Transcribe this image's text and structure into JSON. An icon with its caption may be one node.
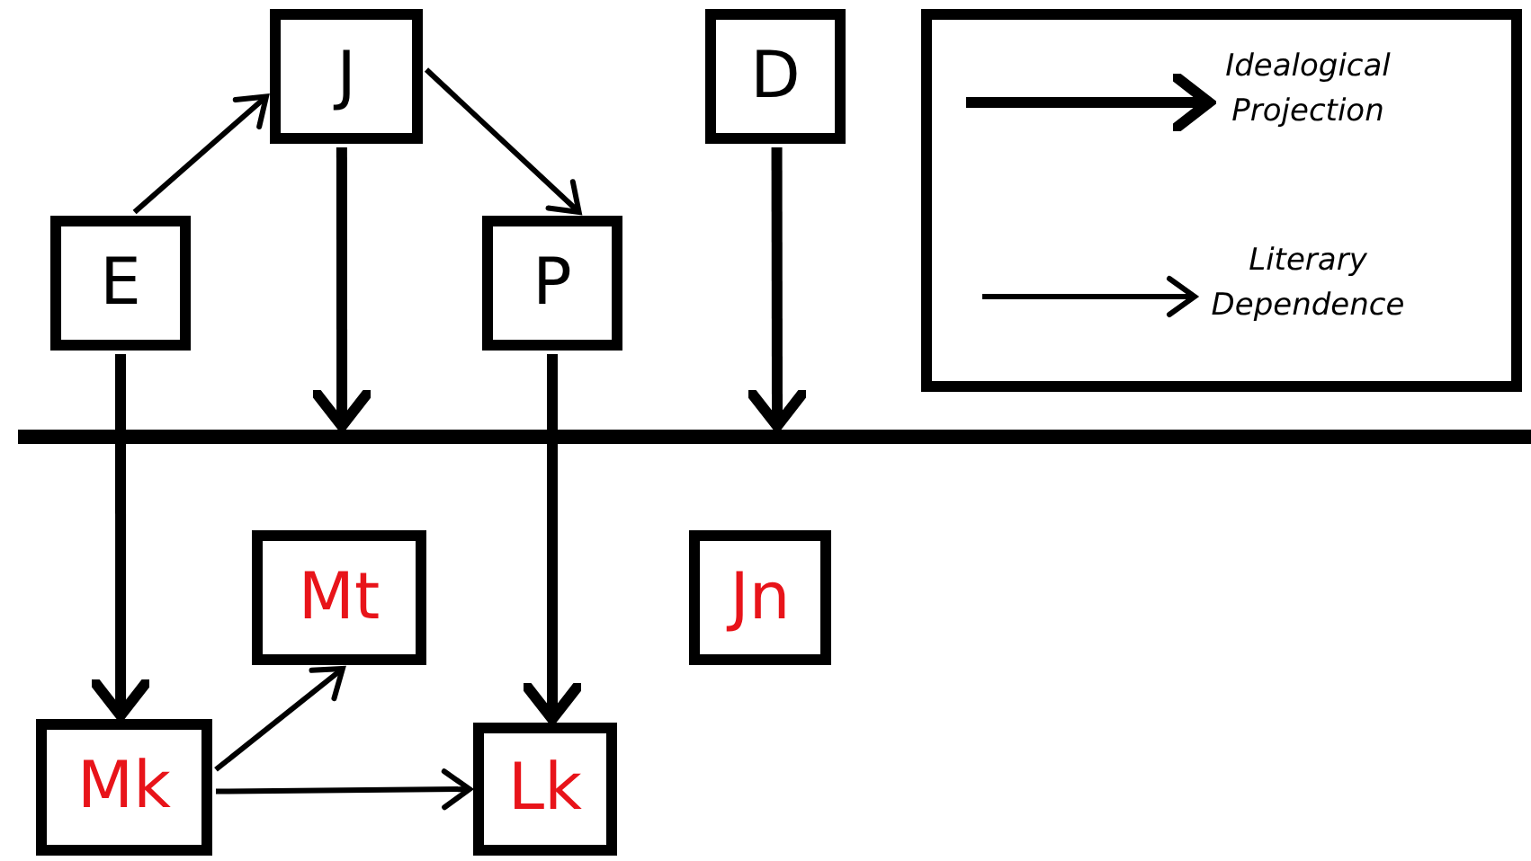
{
  "diagram": {
    "nodes": [
      {
        "text": [
          "J"
        ]
      },
      {
        "text": [
          "D"
        ]
      },
      {
        "text": [
          "E"
        ]
      },
      {
        "text": [
          "P"
        ]
      },
      {
        "text": [],
        "shape": "bar"
      },
      {
        "text": [
          "Mt"
        ]
      },
      {
        "text": [
          "Jn"
        ]
      },
      {
        "text": [
          "Mk"
        ]
      },
      {
        "text": [
          "Lk"
        ]
      }
    ],
    "edges": [
      {
        "from": 2,
        "to": 0,
        "arrow": "to"
      },
      {
        "from": 0,
        "to": 3,
        "arrow": "to"
      },
      {
        "from": 0,
        "to": 4,
        "arrow": "to",
        "style": "thick"
      },
      {
        "from": 1,
        "to": 4,
        "arrow": "to",
        "style": "thick"
      },
      {
        "from": 2,
        "to": 7,
        "arrow": "to",
        "style": "thick"
      },
      {
        "from": 3,
        "to": 8,
        "arrow": "to",
        "style": "thick"
      },
      {
        "from": 7,
        "to": 5,
        "arrow": "to"
      },
      {
        "from": 7,
        "to": 8,
        "arrow": "to"
      }
    ],
    "legend": [
      {
        "text": "Idealogical Projection"
      },
      {
        "text": "Literary Dependence"
      }
    ]
  }
}
